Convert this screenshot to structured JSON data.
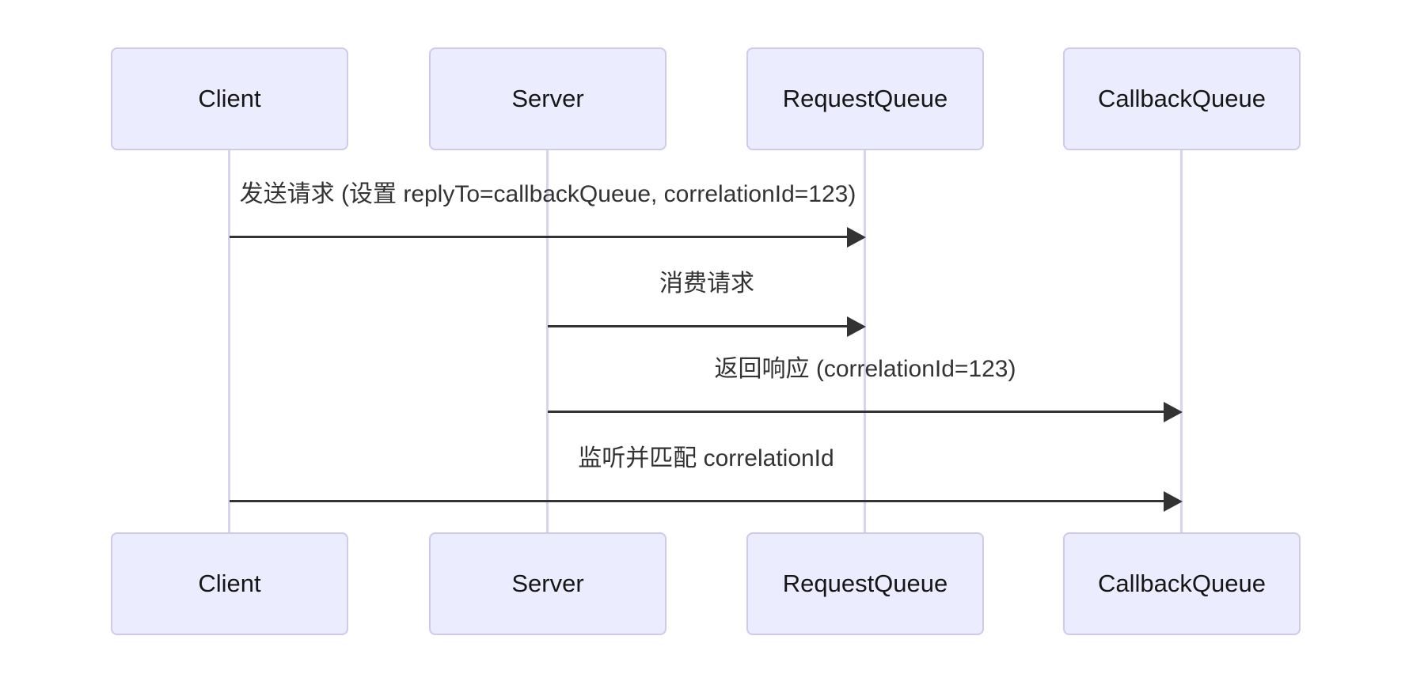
{
  "diagram": {
    "type": "sequence",
    "actors": [
      {
        "id": "client",
        "label": "Client"
      },
      {
        "id": "server",
        "label": "Server"
      },
      {
        "id": "requestQueue",
        "label": "RequestQueue"
      },
      {
        "id": "callbackQueue",
        "label": "CallbackQueue"
      }
    ],
    "messages": [
      {
        "from": "Client",
        "to": "RequestQueue",
        "arrow": "solid-filled",
        "label": "发送请求 (设置 replyTo=callbackQueue, correlationId=123)"
      },
      {
        "from": "Server",
        "to": "RequestQueue",
        "arrow": "solid-filled",
        "label": "消费请求"
      },
      {
        "from": "Server",
        "to": "CallbackQueue",
        "arrow": "solid-filled",
        "label": "返回响应 (correlationId=123)"
      },
      {
        "from": "Client",
        "to": "CallbackQueue",
        "arrow": "solid-filled",
        "label": "监听并匹配 correlationId"
      }
    ],
    "colors": {
      "actor_fill": "#ECECFF",
      "actor_border": "#CFC9EC",
      "lifeline": "#D8D3F0",
      "arrow": "#333333",
      "message_text": "#333333",
      "actor_text": "#161616",
      "background": "#ffffff"
    }
  }
}
